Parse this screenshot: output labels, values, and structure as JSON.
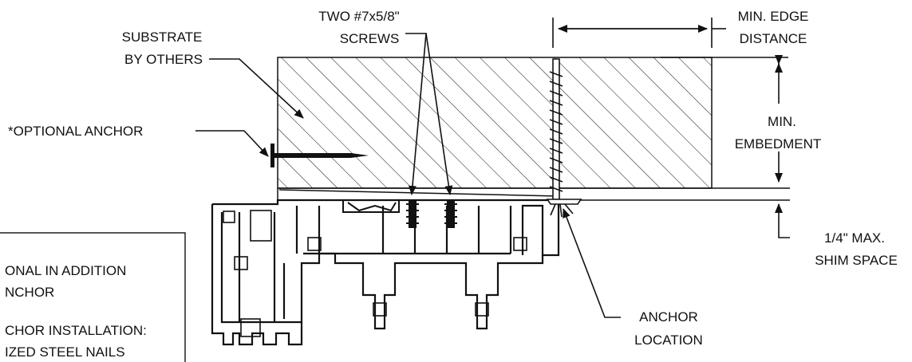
{
  "labels": {
    "screws_line1": "TWO #7x5/8\"",
    "screws_line2": "SCREWS",
    "min_edge_line1": "MIN. EDGE",
    "min_edge_line2": "DISTANCE",
    "substrate_line1": "SUBSTRATE",
    "substrate_line2": "BY OTHERS",
    "optional_anchor": "*OPTIONAL ANCHOR",
    "min_embed_line1": "MIN.",
    "min_embed_line2": "EMBEDMENT",
    "shim_line1": "1/4\" MAX.",
    "shim_line2": "SHIM SPACE",
    "anchor_loc_line1": "ANCHOR",
    "anchor_loc_line2": "LOCATION"
  },
  "note_box": {
    "line1": "ONAL IN ADDITION",
    "line2": "NCHOR",
    "line3": "CHOR INSTALLATION:",
    "line4": "IZED STEEL NAILS"
  },
  "colors": {
    "stroke": "#111111",
    "background": "#ffffff"
  }
}
